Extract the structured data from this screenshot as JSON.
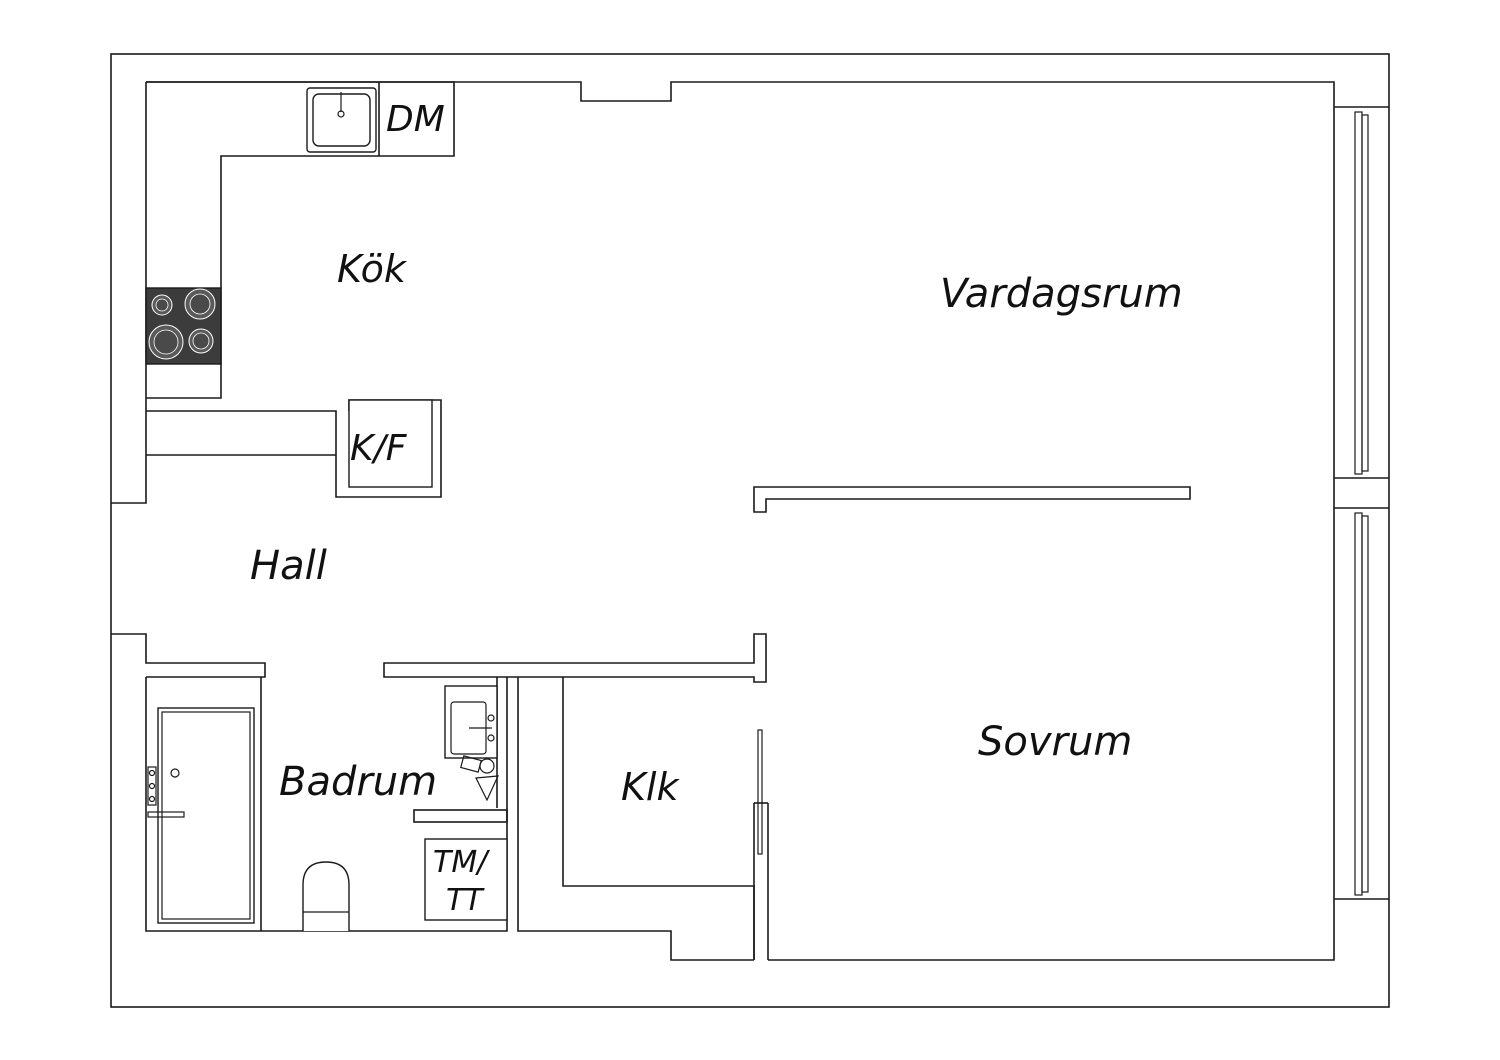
{
  "rooms": {
    "kok": "Kök",
    "vardagsrum": "Vardagsrum",
    "hall": "Hall",
    "sovrum": "Sovrum",
    "badrum": "Badrum",
    "klk": "Klk"
  },
  "fixtures": {
    "dm": "DM",
    "kf": "K/F",
    "tm_line1": "TM/",
    "tm_line2": "TT"
  },
  "colors": {
    "line": "#1a1a1a",
    "stove": "#3c3c3c",
    "background": "#ffffff"
  }
}
